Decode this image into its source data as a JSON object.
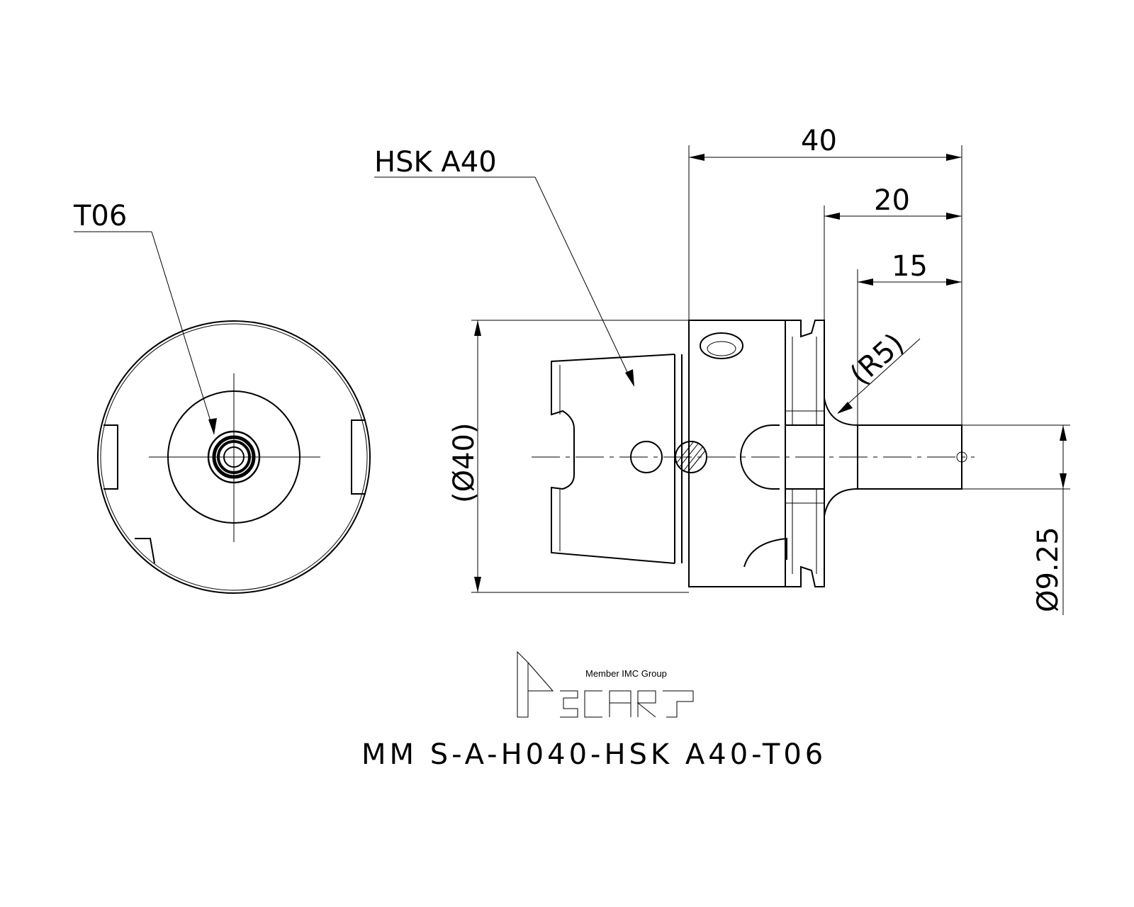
{
  "labels": {
    "end_view_callout": "T06",
    "side_view_callout": "HSK A40",
    "dim_overall_length": "40",
    "dim_length_20": "20",
    "dim_length_15": "15",
    "dim_radius": "(R5)",
    "dim_diameter_body": "(Ø40)",
    "dim_diameter_shank": "Ø9.25"
  },
  "logo": {
    "brand": "iscar",
    "tagline": "Member IMC Group"
  },
  "part_number": "MM S-A-H040-HSK A40-T06"
}
